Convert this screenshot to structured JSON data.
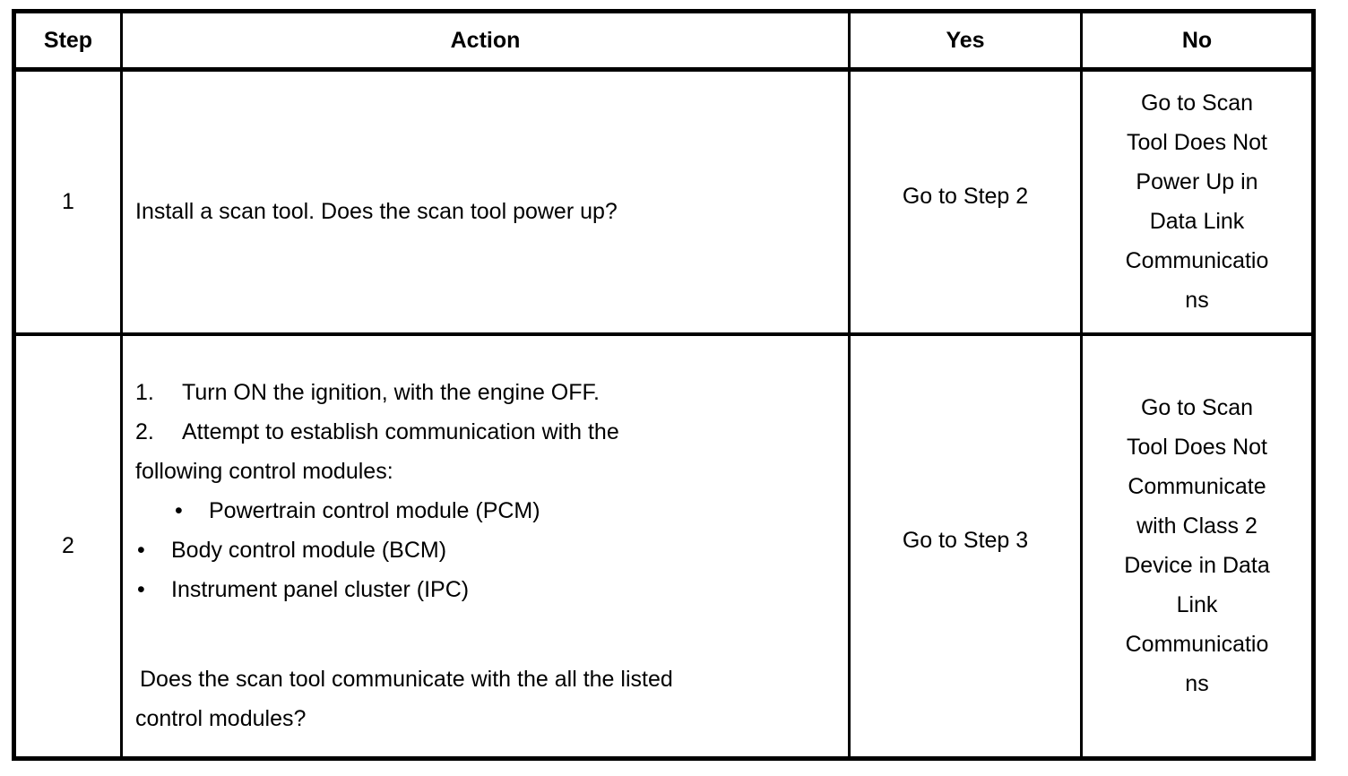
{
  "table": {
    "headers": {
      "step": "Step",
      "action": "Action",
      "yes": "Yes",
      "no": "No"
    },
    "rows": [
      {
        "step": "1",
        "action": {
          "intro": "Install a scan tool. Does the scan tool power up?",
          "numbered": [],
          "bullets": [],
          "question": []
        },
        "yes": [
          "Go to Step 2"
        ],
        "no": [
          "Go to Scan",
          "Tool Does Not",
          "Power Up in",
          "Data Link",
          "Communicatio",
          "ns"
        ]
      },
      {
        "step": "2",
        "action": {
          "intro": "",
          "numbered": [
            {
              "num": "1.",
              "text": "Turn ON the ignition, with the engine OFF."
            },
            {
              "num": "2.",
              "text": "Attempt to establish communication with the"
            }
          ],
          "continuation": "following control modules:",
          "bullets": [
            {
              "marker": "•",
              "text": "Powertrain control module (PCM)",
              "indent": true
            },
            {
              "marker": "•",
              "text": "Body control module (BCM)",
              "indent": false
            },
            {
              "marker": "•",
              "text": "Instrument panel cluster (IPC)",
              "indent": false
            }
          ],
          "question": [
            " Does the scan tool communicate with the all the listed",
            "control modules?"
          ]
        },
        "yes": [
          "Go to Step 3"
        ],
        "no": [
          "Go to Scan",
          "Tool Does Not",
          "Communicate",
          "with Class 2",
          "Device in Data",
          "Link",
          "Communicatio",
          "ns"
        ]
      }
    ]
  },
  "colors": {
    "border": "#000000",
    "text": "#000000",
    "background": "#ffffff"
  }
}
